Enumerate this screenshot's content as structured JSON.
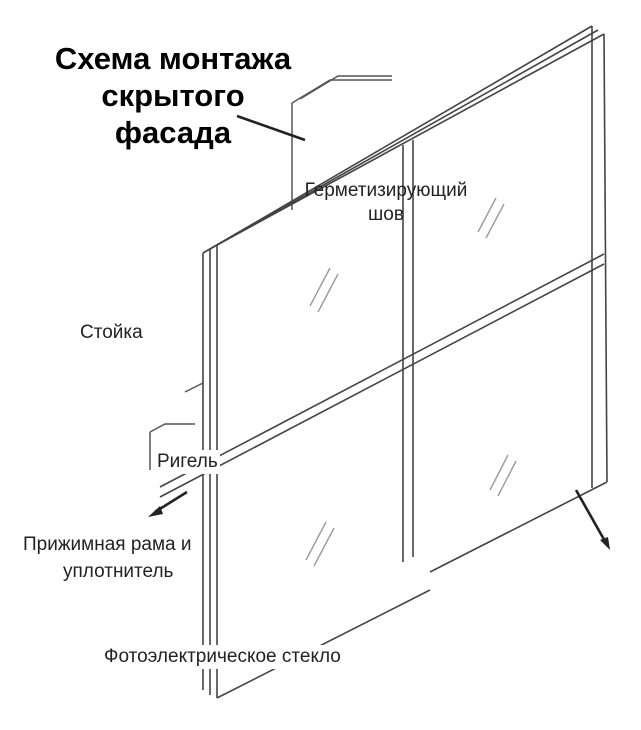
{
  "title": {
    "line1": "Схема монтажа",
    "line2": "скрытого",
    "line3": "фасада"
  },
  "labels": {
    "sealing_joint_line1": "Герметизирующий",
    "sealing_joint_line2": "шов",
    "mullion": "Стойка",
    "transom": "Ригель",
    "pressure_frame_line1": "Прижимная рама и",
    "pressure_frame_line2": "уплотнитель",
    "pv_glass": "Фотоэлектрическое стекло"
  },
  "colors": {
    "line": "#333333",
    "light_line": "#8a8a8a",
    "glass_hatch": "#9a9a9a",
    "text": "#222222"
  }
}
